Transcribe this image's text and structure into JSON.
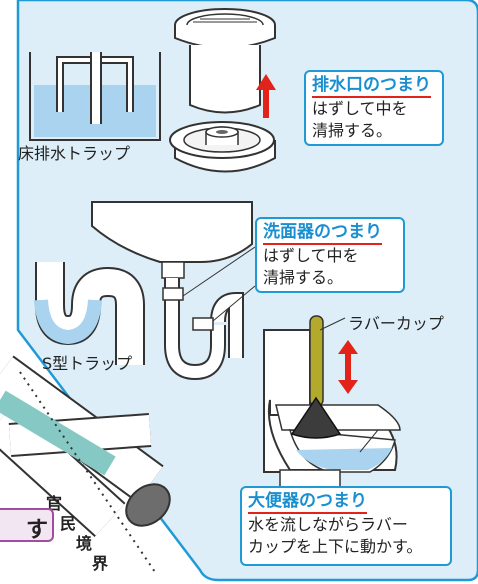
{
  "floor_trap_label": "床排水トラップ",
  "s_trap_label": "S型トラップ",
  "plunger_label": "ラバーカップ",
  "callout_drain": {
    "title": "排水口のつまり",
    "line1": "はずして中を",
    "line2": "清掃する。"
  },
  "callout_sink": {
    "title": "洗面器のつまり",
    "line1": "はずして中を",
    "line2": "清掃する。"
  },
  "callout_toilet": {
    "title": "大便器のつまり",
    "line1": "水を流しながらラバー",
    "line2": "カップを上下に動かす。"
  },
  "boundary_chars": [
    "官",
    "民",
    "境",
    "界"
  ],
  "cut_tag_text": "す",
  "colors": {
    "panel_bg": "#ddeef8",
    "panel_border": "#1f9ad6",
    "water": "#a9d3ee",
    "accent_red": "#e2231a",
    "plunger_handle": "#b3aa2c",
    "pipe_teal": "#86c9c4",
    "tag_bg": "#f2e6f3",
    "tag_border": "#a34ca0"
  }
}
